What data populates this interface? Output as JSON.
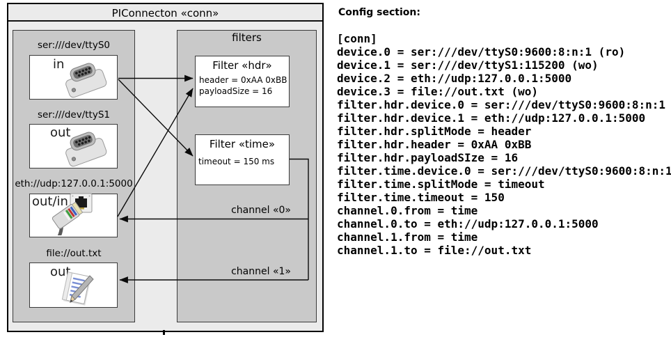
{
  "diagram": {
    "title": "PIConnecton «conn»",
    "filters_label": "filters",
    "devices": [
      {
        "url": "ser:///dev/ttyS0",
        "direction": "in",
        "icon": "serial-connector"
      },
      {
        "url": "ser:///dev/ttyS1",
        "direction": "out",
        "icon": "serial-connector"
      },
      {
        "url": "eth://udp:127.0.0.1:5000",
        "direction": "out/in",
        "icon": "ethernet-jack-and-plug"
      },
      {
        "url": "file://out.txt",
        "direction": "out",
        "icon": "notepad-pencil"
      }
    ],
    "filters": [
      {
        "title": "Filter «hdr»",
        "attrs": [
          "header = 0xAA 0xBB",
          "payloadSize = 16"
        ]
      },
      {
        "title": "Filter «time»",
        "attrs": [
          "timeout = 150 ms"
        ]
      }
    ],
    "channels": [
      {
        "label": "channel «0»"
      },
      {
        "label": "channel «1»"
      }
    ]
  },
  "config": {
    "heading": "Config section:",
    "lines": [
      "[conn]",
      "device.0 = ser:///dev/ttyS0:9600:8:n:1 (ro)",
      "device.1 = ser:///dev/ttyS1:115200 (wo)",
      "device.2 = eth://udp:127.0.0.1:5000",
      "device.3 = file://out.txt (wo)",
      "filter.hdr.device.0 = ser:///dev/ttyS0:9600:8:n:1",
      "filter.hdr.device.1 = eth://udp:127.0.0.1:5000",
      "filter.hdr.splitMode = header",
      "filter.hdr.header = 0xAA 0xBB",
      "filter.hdr.payloadSIze = 16",
      "filter.time.device.0 = ser:///dev/ttyS0:9600:8:n:1",
      "filter.time.splitMode = timeout",
      "filter.time.timeout = 150",
      "channel.0.from = time",
      "channel.0.to = eth://udp:127.0.0.1:5000",
      "channel.1.from = time",
      "channel.1.to = file://out.txt"
    ]
  },
  "colors": {
    "outer_fill": "#ebebeb",
    "group_fill": "#c9c9c9",
    "box_fill": "#ffffff",
    "box_border": "#3a3a3a",
    "frame": "#000000",
    "text": "#000000"
  }
}
